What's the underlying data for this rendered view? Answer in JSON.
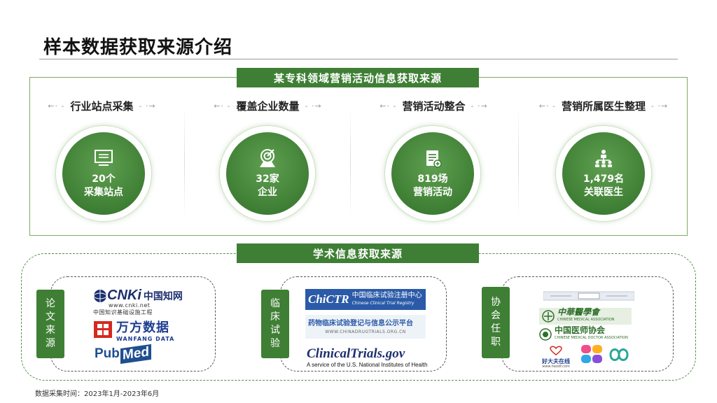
{
  "page": {
    "title": "样本数据获取来源介绍",
    "footnote": "数据采集时间：2023年1月-2023年6月"
  },
  "section1": {
    "banner": "某专科领域营销活动信息获取来源",
    "arrow_left": "←· -",
    "arrow_right": "- ·→",
    "columns": [
      {
        "label": "行业站点采集",
        "icon": "monitor-icon",
        "line1": "20个",
        "line2": "采集站点"
      },
      {
        "label": "覆盖企业数量",
        "icon": "target-icon",
        "line1": "32家",
        "line2": "企业"
      },
      {
        "label": "营销活动整合",
        "icon": "notepad-icon",
        "line1": "819场",
        "line2": "营销活动"
      },
      {
        "label": "营销所属医生整理",
        "icon": "org-chart-icon",
        "line1": "1,479名",
        "line2": "关联医生"
      }
    ]
  },
  "section2": {
    "banner": "学术信息获取来源",
    "groups": [
      {
        "tab": [
          "论",
          "文",
          "来",
          "源"
        ],
        "logos": {
          "cnki_word": "CNKi",
          "cnki_cn": "中国知网",
          "cnki_url": "www.cnki.net",
          "cnki_sub": "中国知识基础设施工程",
          "wanfang_cn": "万方数据",
          "wanfang_en": "WANFANG DATA",
          "pubmed_a": "Pub",
          "pubmed_b": "Med"
        }
      },
      {
        "tab": [
          "临",
          "床",
          "试",
          "验"
        ],
        "logos": {
          "chictr_word": "ChiCTR",
          "chictr_cn": "中国临床试验注册中心",
          "chictr_en": "Chinese Clinical Trial Registry",
          "drug_cn": "药物临床试验登记与信息公示平台",
          "drug_url": "WWW.CHINADRUGTRIALS.ORG.CN",
          "ctgov": "ClinicalTrials.gov",
          "ctgov_sub": "A service of the U.S. National Institutes of Health"
        }
      },
      {
        "tab": [
          "协",
          "会",
          "任",
          "职"
        ],
        "logos": {
          "cma_cn": "中華醫學會",
          "cma_en": "CHINESE MEDICAL ASSOCIATION",
          "cmda_cn": "中国医师协会",
          "cmda_en": "CHINESE MEDICAL DOCTOR ASSOCIATION",
          "haodf": "好大夫在线",
          "haodf_url": "www.haodf.com"
        }
      }
    ]
  },
  "colors": {
    "accent_green": "#3f7f35",
    "light_green_border": "#7dab62",
    "navy": "#1c2f6e"
  }
}
